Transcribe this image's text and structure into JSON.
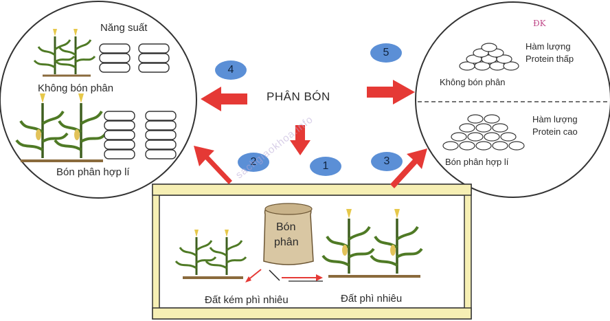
{
  "center": {
    "title": "PHÂN BÓN"
  },
  "left_circle": {
    "yield_label": "Năng suất",
    "top_label": "Không bón phân",
    "bottom_label": "Bón phân hợp lí"
  },
  "right_circle": {
    "top_protein": [
      "Hàm lượng",
      "Protein thấp"
    ],
    "top_label": "Không bón phân",
    "bottom_protein": [
      "Hàm lượng",
      "Protein cao"
    ],
    "bottom_label": "Bón phân hợp lí"
  },
  "bottom_panel": {
    "bag_label": [
      "Bón",
      "phân"
    ],
    "poor_soil_label": "Đất kém phì nhiêu",
    "fertile_soil_label": "Đất phì nhiêu"
  },
  "badges": {
    "one": "1",
    "two": "2",
    "three": "3",
    "four": "4",
    "five": "5"
  },
  "watermark": "sachgiaokhoa.info",
  "colors": {
    "arrow": "#e53935",
    "badge": "#5b8fd6",
    "panel": "#f6efb4",
    "soil": "#8a6a3c",
    "bag": "#d9c7a3"
  }
}
